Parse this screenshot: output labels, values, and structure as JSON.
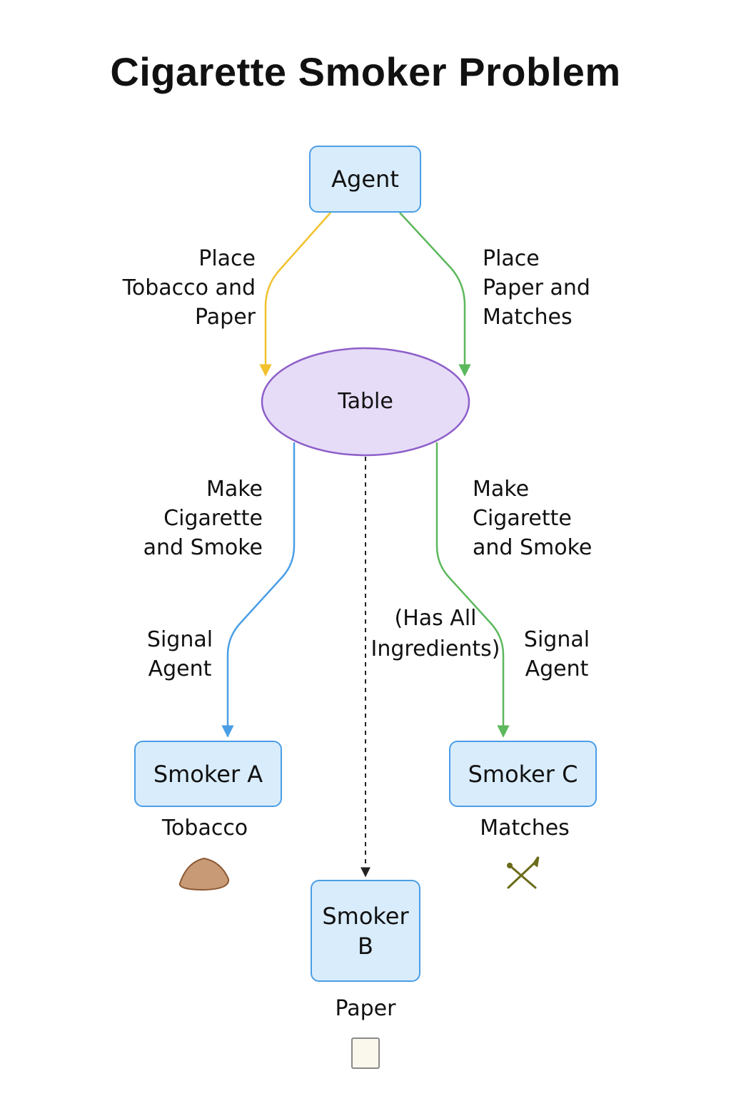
{
  "title": "Cigarette Smoker Problem",
  "nodes": {
    "agent": "Agent",
    "table": "Table",
    "smoker_a": "Smoker A",
    "smoker_b": "Smoker\nB",
    "smoker_c": "Smoker C"
  },
  "edges": {
    "agent_to_table_left": "Place\nTobacco and\nPaper",
    "agent_to_table_right": "Place\nPaper and\nMatches",
    "table_to_a_make": "Make\nCigarette\nand Smoke",
    "table_to_a_signal": "Signal\nAgent",
    "table_to_b": "(Has All\nIngredients)",
    "table_to_c_make": "Make\nCigarette\nand Smoke",
    "table_to_c_signal": "Signal\nAgent"
  },
  "ingredients": {
    "smoker_a": {
      "label": "Tobacco",
      "icon": "tobacco-pile-icon"
    },
    "smoker_b": {
      "label": "Paper",
      "icon": "paper-sheet-icon"
    },
    "smoker_c": {
      "label": "Matches",
      "icon": "crossed-matches-icon"
    }
  },
  "colors": {
    "node_fill": "#d9ecfb",
    "node_border": "#4a9ee6",
    "table_fill": "#e6dcf8",
    "table_border": "#8e5fc9",
    "arrow_yellow": "#f2c12e",
    "arrow_green": "#5cb85c",
    "arrow_blue": "#4a9ee6",
    "arrow_dashed": "#222222"
  }
}
